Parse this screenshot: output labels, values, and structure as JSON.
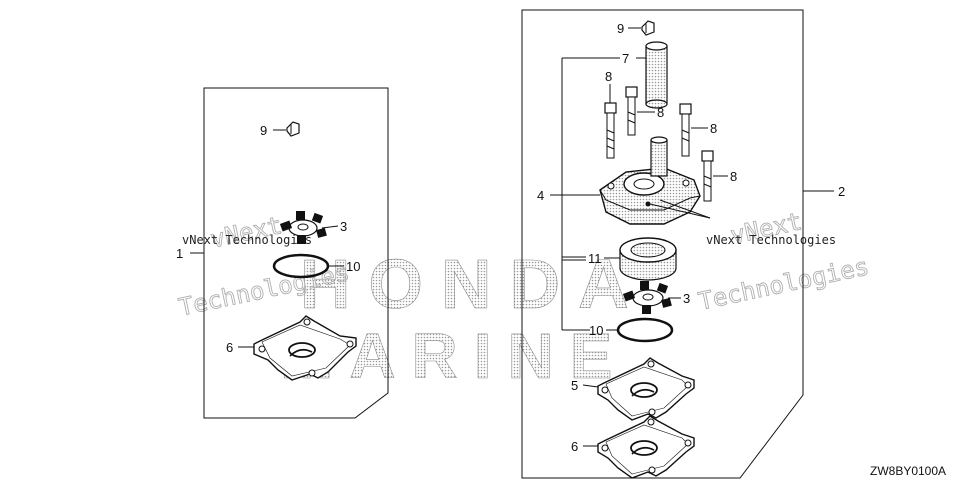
{
  "diagram": {
    "code": "ZW8BY0100A",
    "colors": {
      "ink": "#111111",
      "watermark": "#bdbdbd",
      "background": "#ffffff"
    },
    "watermark": {
      "brand_top": "HONDA",
      "brand_bottom": "MARINE",
      "vendor_lines": [
        "vNext",
        "Technologies"
      ],
      "vendor_inline": "vNext Technologies"
    },
    "callouts": {
      "c_left_9": "9",
      "c_left_3": "3",
      "c_left_1": "1",
      "c_left_10": "10",
      "c_left_6": "6",
      "c_right_9": "9",
      "c_right_7": "7",
      "c_right_8a": "8",
      "c_right_8b": "8",
      "c_right_8c": "8",
      "c_right_8d": "8",
      "c_right_4": "4",
      "c_right_2": "2",
      "c_right_11": "11",
      "c_right_3": "3",
      "c_right_10": "10",
      "c_right_5": "5",
      "c_right_6": "6"
    }
  }
}
